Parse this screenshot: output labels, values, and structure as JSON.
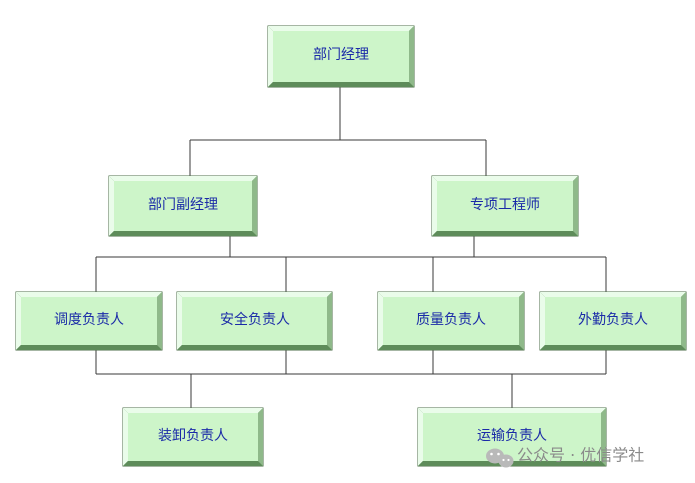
{
  "nodes": {
    "manager": "部门经理",
    "deputy_manager": "部门副经理",
    "specialist_engineer": "专项工程师",
    "dispatch_lead": "调度负责人",
    "safety_lead": "安全负责人",
    "quality_lead": "质量负责人",
    "field_lead": "外勤负责人",
    "loading_lead": "装卸负责人",
    "transport_lead": "运输负责人"
  },
  "watermark": {
    "text": "公众号 · 优信学社"
  },
  "colors": {
    "box_face": "#cdf5c9",
    "box_light": "#eafcea",
    "box_dark": "#5e8c5a",
    "text": "#1a2aa8",
    "line": "#3a3a3a"
  }
}
